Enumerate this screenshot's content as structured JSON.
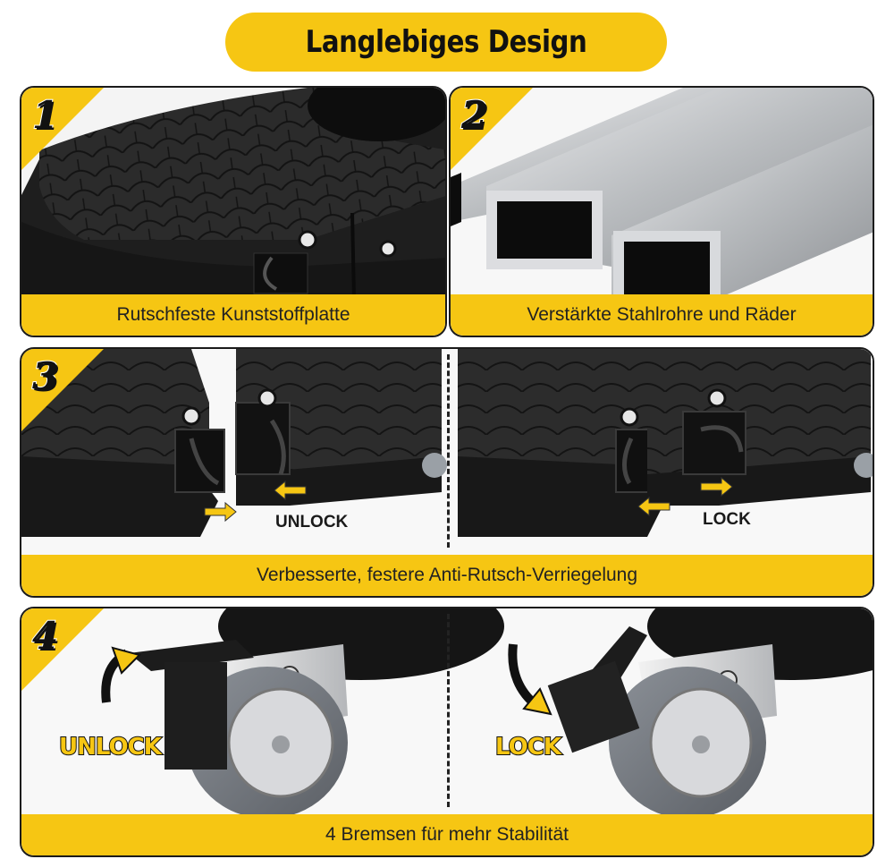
{
  "title": "Langlebiges Design",
  "colors": {
    "accent": "#f6c613",
    "plastic": "#2a2a2a",
    "steel": "#c9cbcd"
  },
  "panels": [
    {
      "number": "1",
      "caption": "Rutschfeste Kunststoffplatte"
    },
    {
      "number": "2",
      "caption": "Verstärkte Stahlrohre und Räder"
    },
    {
      "number": "3",
      "caption": "Verbesserte, festere Anti-Rutsch-Verriegelung",
      "left_label": "UNLOCK",
      "right_label": "LOCK"
    },
    {
      "number": "4",
      "caption": "4 Bremsen für mehr Stabilität",
      "left_label": "UNLOCK",
      "right_label": "LOCK"
    }
  ]
}
